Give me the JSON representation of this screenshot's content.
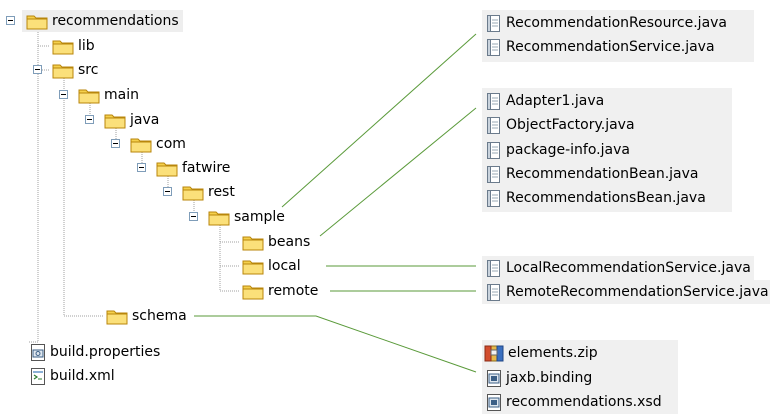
{
  "tree": {
    "root": "recommendations",
    "lib": "lib",
    "src": "src",
    "main": "main",
    "java": "java",
    "com": "com",
    "fatwire": "fatwire",
    "rest": "rest",
    "sample": "sample",
    "beans": "beans",
    "local": "local",
    "remote": "remote",
    "schema": "schema",
    "build_properties": "build.properties",
    "build_xml": "build.xml"
  },
  "files": {
    "sample_group": [
      "RecommendationResource.java",
      "RecommendationService.java"
    ],
    "beans_group": [
      "Adapter1.java",
      "ObjectFactory.java",
      "package-info.java",
      "RecommendationBean.java",
      "RecommendationsBean.java"
    ],
    "local_group": [
      "LocalRecommendationService.java"
    ],
    "remote_group": [
      "RemoteRecommendationService.java"
    ],
    "schema_group": [
      "elements.zip",
      "jaxb.binding",
      "recommendations.xsd"
    ]
  },
  "colors": {
    "connector": "#5a9a3a",
    "folder": "#f5d04c",
    "panel": "#f0f0f0",
    "tree_line": "#a0a0a0"
  }
}
